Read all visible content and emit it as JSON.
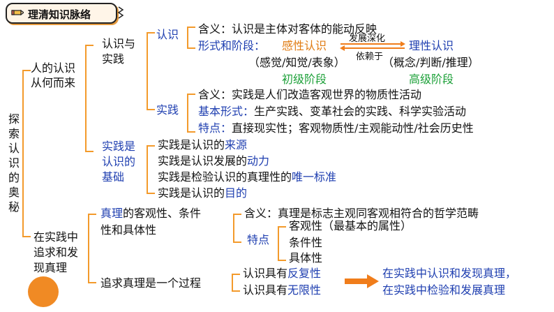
{
  "title": "理清知识脉络",
  "root": [
    "探",
    "索",
    "认",
    "识",
    "的",
    "奥",
    "秘"
  ],
  "branch1": {
    "label_lines": [
      "人的认识",
      "从何而来"
    ],
    "practice_relation": {
      "label_lines": [
        "认识与",
        "实践"
      ],
      "cognition": {
        "label": "认识",
        "meaning_label": "含义：",
        "meaning_text": "认识是主体对客体的能动反映",
        "forms_label": "形式和阶段：",
        "perceptual": "感性认识",
        "arrow_top": "发展深化",
        "arrow_bottom": "依赖于",
        "rational": "理性认识",
        "perceptual_forms": "（感觉/知觉/表象）",
        "rational_forms": "（概念/判断/推理）",
        "stage_low": "初级阶段",
        "stage_high": "高级阶段"
      },
      "practice": {
        "label": "实践",
        "meaning_label": "含义：",
        "meaning_text": "实践是人们改造客观世界的物质性活动",
        "forms_label": "基本形式：",
        "forms_text": "生产实践、变革社会的实践、科学实验活动",
        "features_label": "特点：",
        "features_text": "直接现实性；客观物质性/主观能动性/社会历史性"
      }
    },
    "foundation": {
      "label_lines": [
        "实践是",
        "认识的",
        "基础"
      ],
      "items": [
        {
          "pre": "实践是认识的",
          "key": "来源",
          "post": ""
        },
        {
          "pre": "实践是认识发展的",
          "key": "动力",
          "post": ""
        },
        {
          "pre": "实践是检验认识的真理性的",
          "key": "唯一标准",
          "post": ""
        },
        {
          "pre": "实践是认识的",
          "key": "目的",
          "post": ""
        }
      ]
    }
  },
  "branch2": {
    "label_lines": [
      "在实践中",
      "追求和发",
      "现真理"
    ],
    "truth_props": {
      "line1_key": "真理",
      "line1_rest": "的客观性、条件",
      "line2": "性和具体性",
      "meaning_label": "含义：",
      "meaning_text": "真理是标志主观同客观相符合的哲学范畴",
      "features_label": "特点",
      "features": [
        "客观性（最基本的属性）",
        "条件性",
        "具体性"
      ]
    },
    "process": {
      "label": "追求真理是一个过程",
      "items": [
        {
          "pre": "认识具有",
          "key": "反复性"
        },
        {
          "pre": "认识具有",
          "key": "无限性"
        }
      ],
      "conclusion": [
        "在实践中认识和发现真理，",
        "在实践中检验和发展真理"
      ]
    }
  },
  "colors": {
    "bracket": "#f39a2b",
    "blue": "#1f3fb0",
    "orange": "#e07b12",
    "green": "#1ea13a",
    "arrow": "#f07d1b"
  }
}
